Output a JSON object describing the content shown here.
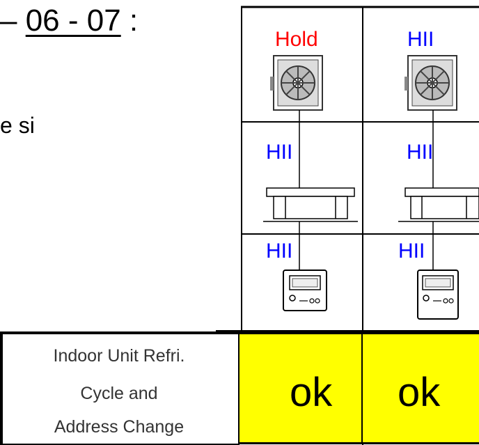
{
  "heading": {
    "prefix": "– ",
    "date": "06 - 07",
    "suffix": " :"
  },
  "partial_text": "e si",
  "columns": [
    {
      "outdoor_label": "Hold",
      "outdoor_color": "#ff0000",
      "indoor_label": "HII",
      "remote_label": "HII"
    },
    {
      "outdoor_label": "HII",
      "outdoor_color": "#0000ff",
      "indoor_label": "HII",
      "remote_label": "HII"
    }
  ],
  "row_label": [
    "Indoor Unit Refri.",
    "Cycle and",
    "Address Change"
  ],
  "results": [
    "ok",
    "ok"
  ],
  "colors": {
    "highlight": "#ffff00",
    "label_blue": "#0000ff",
    "label_red": "#ff0000"
  }
}
